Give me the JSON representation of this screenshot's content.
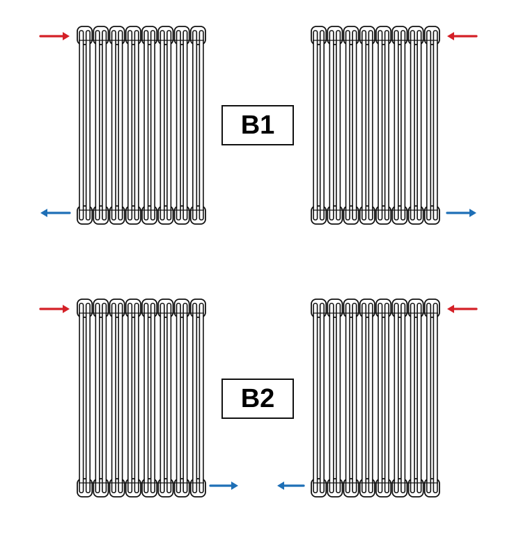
{
  "colors": {
    "flow_in": "#d42027",
    "flow_out": "#1e6fb6",
    "outline": "#111111",
    "background": "#ffffff"
  },
  "labels": {
    "b1": "B1",
    "b2": "B2"
  },
  "radiator": {
    "columns": 8
  },
  "configurations": [
    {
      "label_key": "b1",
      "radiators": [
        {
          "side": "left",
          "inlet": "top-left",
          "outlet": "bottom-left"
        },
        {
          "side": "right",
          "inlet": "top-right",
          "outlet": "bottom-right"
        }
      ]
    },
    {
      "label_key": "b2",
      "radiators": [
        {
          "side": "left",
          "inlet": "top-left",
          "outlet": "bottom-right"
        },
        {
          "side": "right",
          "inlet": "top-right",
          "outlet": "bottom-left"
        }
      ]
    }
  ]
}
